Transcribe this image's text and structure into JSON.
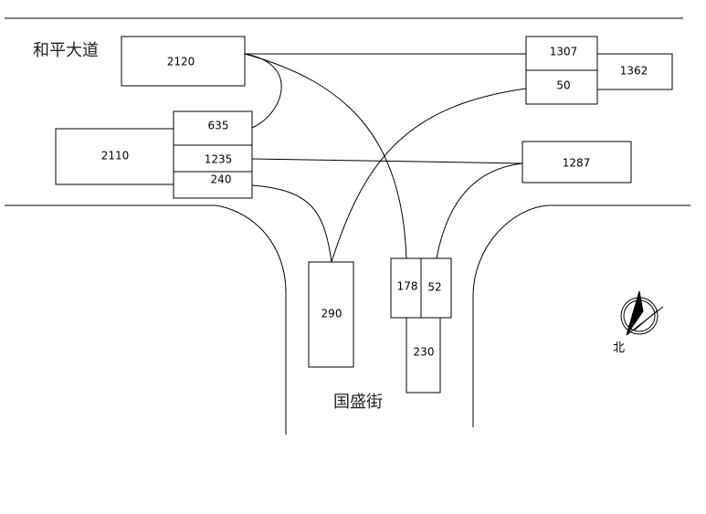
{
  "diagram": {
    "title": "Intersection traffic flow diagram",
    "roads": {
      "main_road": "和平大道",
      "side_street": "国盛街"
    },
    "compass": {
      "label": "北"
    },
    "approaches": {
      "west": {
        "total": "2110",
        "movements": [
          {
            "turn": "left",
            "value": "635"
          },
          {
            "turn": "through",
            "value": "1235"
          },
          {
            "turn": "right",
            "value": "240"
          }
        ]
      },
      "west_exit": {
        "value": "2120"
      },
      "east": {
        "total": "1362",
        "movements": [
          {
            "turn": "through",
            "value": "1307"
          },
          {
            "turn": "left",
            "value": "50"
          }
        ]
      },
      "east_exit": {
        "value": "1287"
      },
      "south": {
        "total": "230",
        "movements": [
          {
            "turn": "left",
            "value": "178"
          },
          {
            "turn": "right",
            "value": "52"
          }
        ]
      },
      "south_exit": {
        "value": "290"
      }
    }
  }
}
